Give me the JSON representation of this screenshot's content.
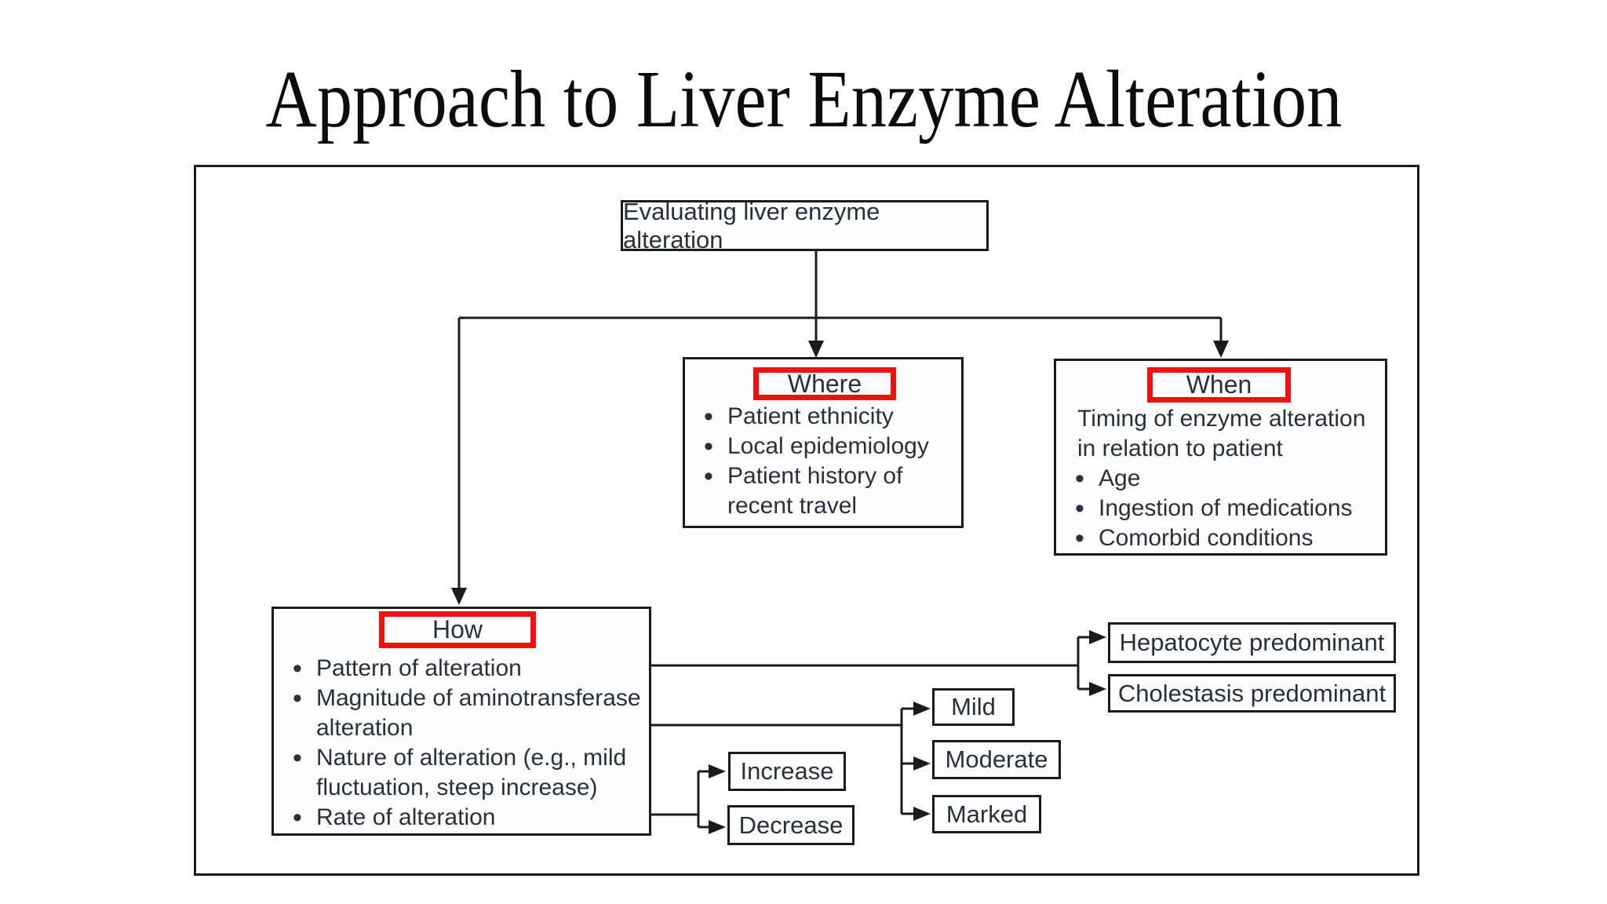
{
  "title": "Approach to Liver Enzyme Alteration",
  "root": {
    "label": "Evaluating liver enzyme alteration"
  },
  "branches": {
    "where": {
      "header": "Where",
      "bullets": [
        "Patient ethnicity",
        "Local epidemiology",
        "Patient history of recent travel"
      ]
    },
    "when": {
      "header": "When",
      "intro": "Timing of enzyme alteration in relation to patient",
      "bullets": [
        "Age",
        "Ingestion of medications",
        "Comorbid conditions"
      ]
    },
    "how": {
      "header": "How",
      "bullets": [
        "Pattern of alteration",
        "Magnitude of aminotransferase alteration",
        "Nature of alteration (e.g., mild fluctuation, steep increase)",
        "Rate of alteration"
      ]
    }
  },
  "outcomes": {
    "pattern": [
      "Hepatocyte predominant",
      "Cholestasis predominant"
    ],
    "magnitude": [
      "Mild",
      "Moderate",
      "Marked"
    ],
    "rate": [
      "Increase",
      "Decrease"
    ]
  },
  "colors": {
    "highlight_red": "#ee1212",
    "text": "#27313e",
    "line": "#1b1b1b",
    "background": "#ffffff"
  }
}
